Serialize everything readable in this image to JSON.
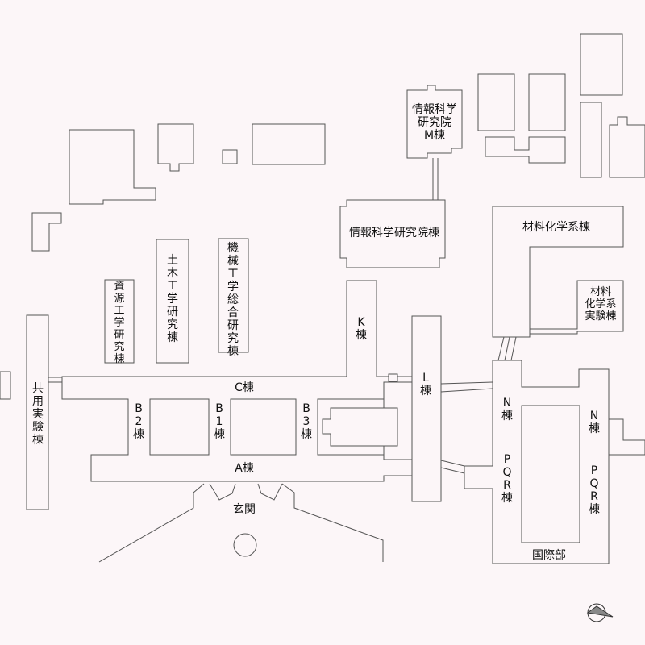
{
  "labels": {
    "info_m": "情報科学\n研究院\nM棟",
    "info_main": "情報科学研究院棟",
    "materials": "材料化学系棟",
    "materials_lab": "材料\n化学系\n実験棟",
    "civil": "土\n木\n工\n学\n研\n究\n棟",
    "mech": "機\n械\n工\n学\n総\n合\n研\n究\n棟",
    "resources": "資\n源\n工\n学\n研\n究\n棟",
    "k": "K\n棟",
    "c": "C棟",
    "l": "L\n棟",
    "b2": "B\n2\n棟",
    "b1": "B\n1\n棟",
    "b3": "B\n3\n棟",
    "a": "A棟",
    "shared": "共\n用\n実\n験\n棟",
    "entrance": "玄関",
    "n_left": "N\n棟",
    "n_right": "N\n棟",
    "pqr_left": "P\nQ\nR\n棟",
    "pqr_right": "P\nQ\nR\n棟",
    "intl": "国際部"
  },
  "compass": "north-arrow-icon"
}
